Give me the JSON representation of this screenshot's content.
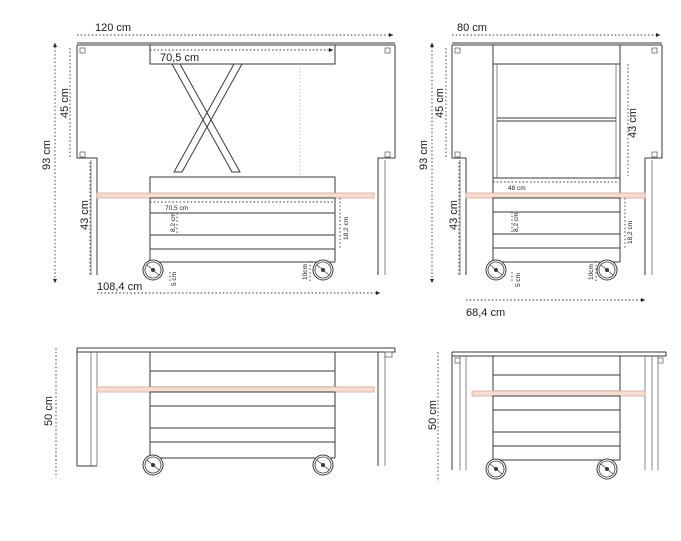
{
  "front_view": {
    "width_top": "120 cm",
    "tabletop_width": "70,5 cm",
    "height_top": "45 cm",
    "height_total": "93 cm",
    "height_base": "43 cm",
    "drawer_width": "70,5 cm",
    "drawer_depth": "8,2 cm",
    "drawer_height": "18,2 cm",
    "wheel_diameter": "10cm",
    "wheel_offset": "5 cm",
    "width_base": "108,4 cm"
  },
  "side_view": {
    "width_top": "80 cm",
    "height_top": "45 cm",
    "inner_height": "43 cm",
    "height_total": "93 cm",
    "height_base": "43 cm",
    "shelf_width": "48 cm",
    "drawer_depth": "8,2 cm",
    "drawer_height": "18,2 cm",
    "wheel_diameter": "10cm",
    "wheel_offset": "5 cm",
    "width_base": "68,4 cm"
  },
  "front_view_closed": {
    "height": "50 cm"
  },
  "side_view_closed": {
    "height": "50 cm"
  },
  "colors": {
    "line": "#3a3a3a",
    "beam_fill": "#f5ddd2",
    "beam_stroke": "#d9a794"
  }
}
